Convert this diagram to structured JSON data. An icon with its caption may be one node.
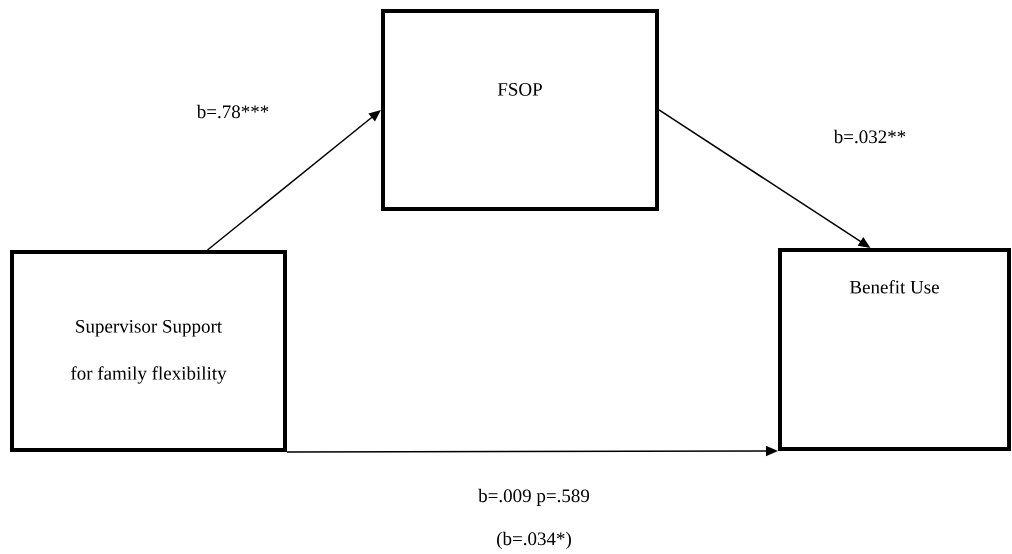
{
  "diagram": {
    "nodes": [
      {
        "text": [
          "Supervisor Support for family flexibility"
        ]
      },
      {
        "text": [
          "FSOP"
        ]
      },
      {
        "text": [
          "Benefit Use"
        ]
      }
    ],
    "edges": [
      {
        "from": 0,
        "to": 1,
        "arrow": "to",
        "label": "b=.78***"
      },
      {
        "from": 1,
        "to": 2,
        "arrow": "to",
        "label": "b=.032**"
      },
      {
        "from": 0,
        "to": 2,
        "arrow": "to",
        "label": "b=.009 p=.589"
      }
    ],
    "labels": [
      "(b=.034*)"
    ]
  }
}
